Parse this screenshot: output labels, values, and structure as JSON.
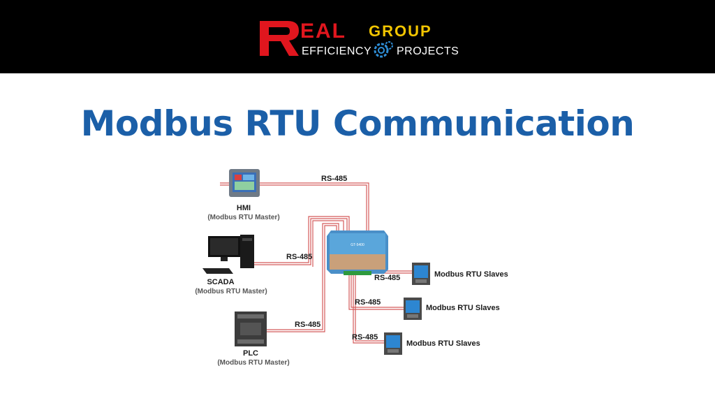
{
  "logo": {
    "brand_big": "REAL",
    "brand_group": "GROUP",
    "line1": "EFFICIENCY",
    "line2": "PROJECTS",
    "icon": "gears-icon",
    "colors": {
      "red": "#e0161e",
      "yellow": "#f2c500",
      "blue": "#2f8fd8"
    }
  },
  "title": "Modbus RTU Communication",
  "diagram": {
    "masters": [
      {
        "name": "HMI",
        "role": "(Modbus RTU Master)",
        "icon": "hmi-touchscreen-icon",
        "link": "RS-485"
      },
      {
        "name": "SCADA",
        "role": "(Modbus RTU Master)",
        "icon": "scada-computer-icon",
        "link": "RS-485"
      },
      {
        "name": "PLC",
        "role": "(Modbus RTU Master)",
        "icon": "plc-controller-icon",
        "link": "RS-485"
      }
    ],
    "gateway": {
      "label": "GT-5400",
      "icon": "gateway-device-icon"
    },
    "slaves": [
      {
        "name": "Modbus RTU Slaves",
        "icon": "power-meter-icon",
        "link": "RS-485"
      },
      {
        "name": "Modbus RTU Slaves",
        "icon": "power-meter-icon",
        "link": "RS-485"
      },
      {
        "name": "Modbus RTU Slaves",
        "icon": "power-meter-icon",
        "link": "RS-485"
      }
    ],
    "wire_color": "#d45a5a"
  }
}
